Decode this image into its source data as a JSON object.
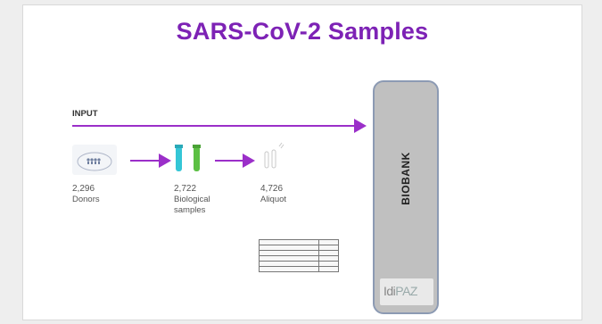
{
  "title": "SARS-CoV-2 Samples",
  "input_label": "INPUT",
  "steps": [
    {
      "count": "2,296",
      "caption_lines": [
        "Donors"
      ],
      "icon": "donor-group-icon"
    },
    {
      "count": "2,722",
      "caption_lines": [
        "Biological",
        "samples"
      ],
      "icon": "sample-tubes-icon"
    },
    {
      "count": "4,726",
      "caption_lines": [
        "Aliquot"
      ],
      "icon": "aliquot-tubes-icon"
    }
  ],
  "biobank": {
    "label": "BIOBANK"
  },
  "logo": {
    "text_prefix": "Idi",
    "text_suffix": "PAZ"
  },
  "colors": {
    "title": "#7d22b5",
    "arrow": "#9b2fc9",
    "biobank_fill": "#c0c0c0",
    "biobank_border": "#8c9ab3",
    "tube_cyan": "#34c6d6",
    "tube_green": "#5cc044"
  }
}
